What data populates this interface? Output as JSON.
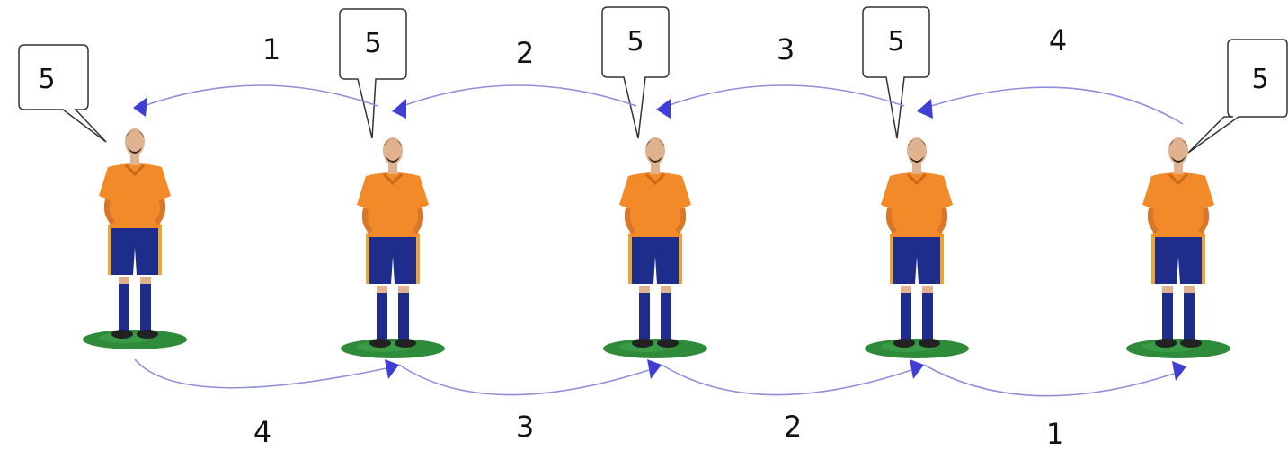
{
  "diagram": {
    "bubble_values": [
      "5",
      "5",
      "5",
      "5",
      "5"
    ],
    "top_arc_labels": [
      "1",
      "2",
      "3",
      "4"
    ],
    "bottom_arc_labels": [
      "4",
      "3",
      "2",
      "1"
    ],
    "colors": {
      "arrow": "#8f8fd8",
      "arrowhead": "#3f3fd6",
      "jersey": "#f28a2a",
      "shorts": "#1e2d8c",
      "grass": "#2e8b3a",
      "skin": "#e0b28f",
      "hair": "#2a2118"
    }
  }
}
